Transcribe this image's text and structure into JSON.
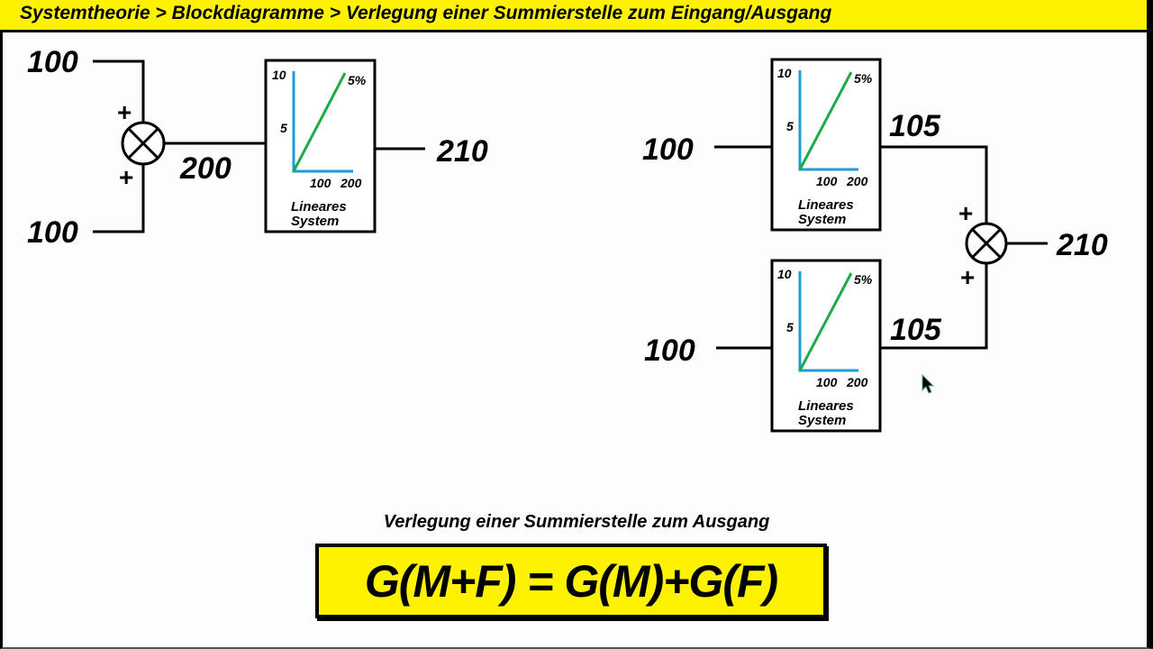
{
  "header": {
    "breadcrumb": "Systemtheorie > Blockdiagramme > Verlegung einer Summierstelle zum Eingang/Ausgang"
  },
  "colors": {
    "title_bar": "#fff200",
    "axis": "#1e9ad6",
    "line": "#1faa4a",
    "formula_box": "#fff200"
  },
  "left_diagram": {
    "input_top": "100",
    "input_bottom": "100",
    "sign_top": "+",
    "sign_bottom": "+",
    "sum_output": "200",
    "output": "210",
    "block": {
      "y_tick_top": "10",
      "y_tick_mid": "5",
      "x_tick_1": "100",
      "x_tick_2": "200",
      "slope_label": "5%",
      "label_line1": "Lineares",
      "label_line2": "System"
    }
  },
  "right_diagram": {
    "input_top": "100",
    "input_bottom": "100",
    "block_output_top": "105",
    "block_output_bottom": "105",
    "sign_top": "+",
    "sign_bottom": "+",
    "output": "210",
    "block_top": {
      "y_tick_top": "10",
      "y_tick_mid": "5",
      "x_tick_1": "100",
      "x_tick_2": "200",
      "slope_label": "5%",
      "label_line1": "Lineares",
      "label_line2": "System"
    },
    "block_bottom": {
      "y_tick_top": "10",
      "y_tick_mid": "5",
      "x_tick_1": "100",
      "x_tick_2": "200",
      "slope_label": "5%",
      "label_line1": "Lineares",
      "label_line2": "System"
    }
  },
  "summary": {
    "subtitle": "Verlegung einer Summierstelle zum Ausgang",
    "formula": "G(M+F) = G(M)+G(F)"
  }
}
